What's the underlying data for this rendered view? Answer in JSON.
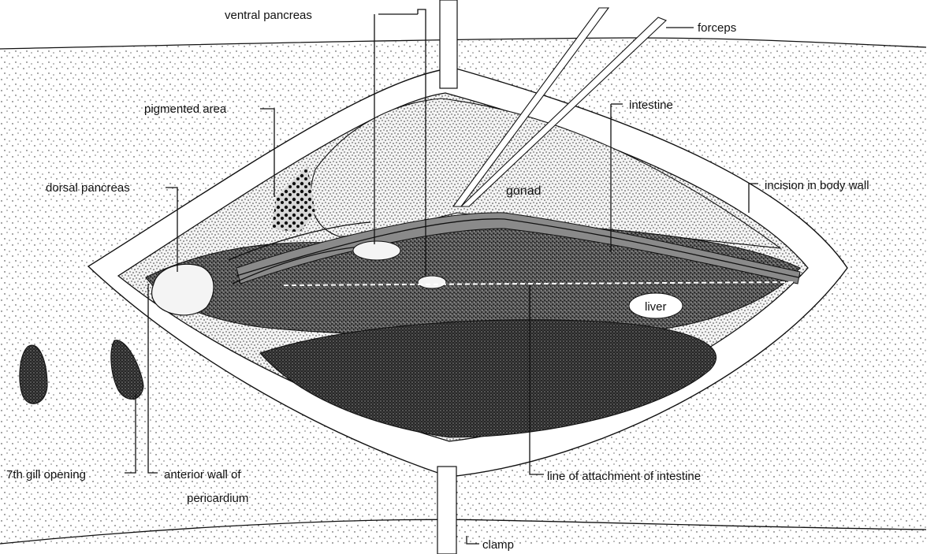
{
  "labels": {
    "ventral_pancreas": "ventral pancreas",
    "forceps": "forceps",
    "pigmented_area": "pigmented area",
    "intestine": "intestine",
    "dorsal_pancreas": "dorsal pancreas",
    "gonad": "gonad",
    "incision": "incision in body wall",
    "liver": "liver",
    "gill_opening": "7th gill opening",
    "anterior_wall_1": "anterior wall of",
    "anterior_wall_2": "pericardium",
    "line_of_attachment": "line of attachment of intestine",
    "clamp": "clamp"
  },
  "colors": {
    "ink": "#111111",
    "paper": "#ffffff"
  }
}
